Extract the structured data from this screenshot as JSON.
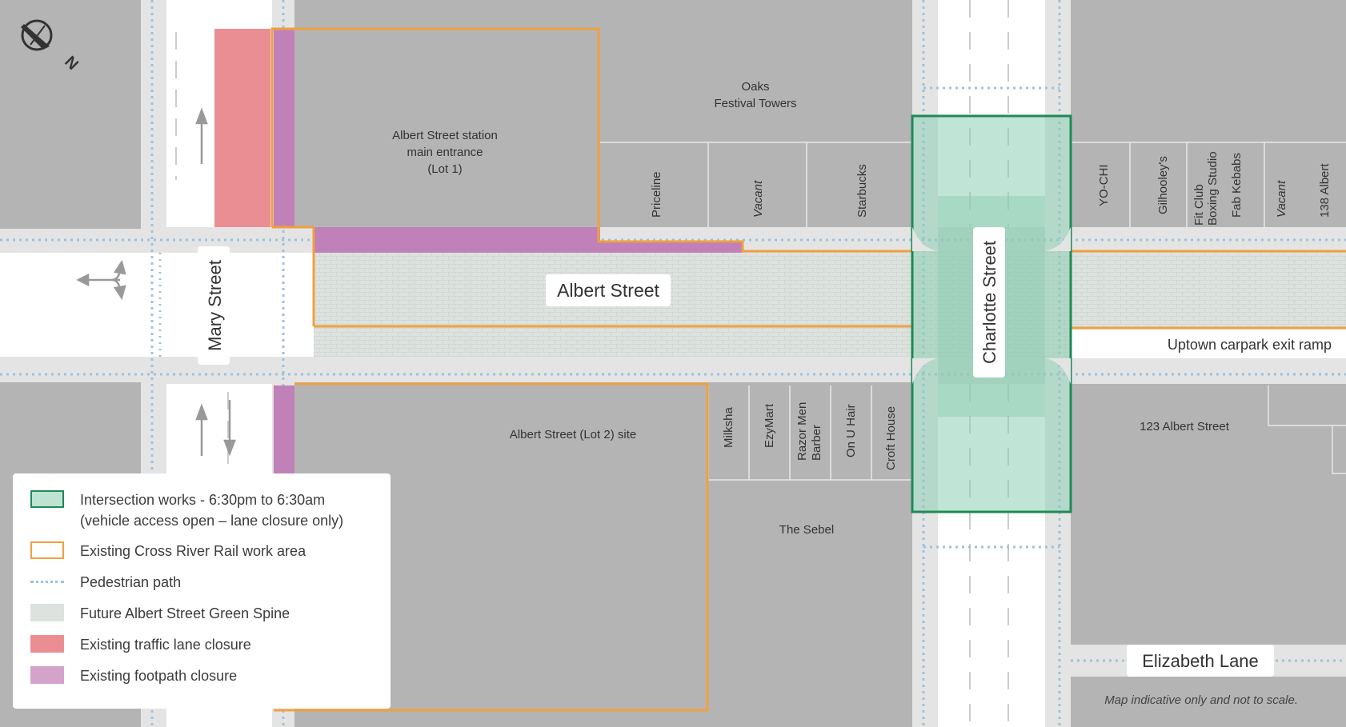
{
  "colors": {
    "background": "#b4b4b4",
    "road": "#ffffff",
    "green_spine": "#dde2de",
    "intersection_works": "#8ccdb2",
    "intersection_outline": "#1e8a57",
    "work_area_outline": "#f0a040",
    "lane_closure": "#ea8e94",
    "footpath_closure": "#c080b8",
    "pedestrian_path": "#9cc3dc"
  },
  "compass": {
    "label": "N",
    "icon": "compass-north-arrow-icon"
  },
  "streets": {
    "mary": "Mary Street",
    "albert": "Albert Street",
    "charlotte": "Charlotte Street",
    "elizabeth": "Elizabeth Lane",
    "carpark_ramp": "Uptown carpark exit ramp"
  },
  "buildings": {
    "oaks_line1": "Oaks",
    "oaks_line2": "Festival Towers",
    "lot1_line1": "Albert Street station",
    "lot1_line2": "main entrance",
    "lot1_line3": "(Lot 1)",
    "lot2": "Albert Street (Lot 2) site",
    "sebel": "The Sebel",
    "albert123": "123 Albert Street"
  },
  "north_shops": {
    "priceline": "Priceline",
    "vacant_1": "Vacant",
    "starbucks": "Starbucks",
    "yochi": "YO-CHI",
    "gilhooleys": "Gilhooley's",
    "fitclub_line1": "Fit Club",
    "fitclub_line2": "Boxing Studio",
    "fabkebabs": "Fab Kebabs",
    "vacant_2": "Vacant",
    "albert138": "138 Albert"
  },
  "south_shops": {
    "milksha": "Milksha",
    "ezymart": "EzyMart",
    "razor_line1": "Razor Men",
    "razor_line2": "Barber",
    "onuhair": "On U Hair",
    "crofthouse": "Croft House"
  },
  "disclaimer": "Map indicative only and not to scale.",
  "legend": [
    {
      "label_line1": "Intersection works - 6:30pm to 6:30am",
      "label_line2": "(vehicle access open – lane closure only)",
      "icon": "intersection-works-swatch"
    },
    {
      "label_line1": "Existing Cross River Rail work area",
      "icon": "work-area-swatch"
    },
    {
      "label_line1": "Pedestrian path",
      "icon": "pedestrian-path-swatch"
    },
    {
      "label_line1": "Future Albert Street Green Spine",
      "icon": "green-spine-swatch"
    },
    {
      "label_line1": "Existing traffic lane closure",
      "icon": "lane-closure-swatch"
    },
    {
      "label_line1": "Existing footpath closure",
      "icon": "footpath-closure-swatch"
    }
  ]
}
